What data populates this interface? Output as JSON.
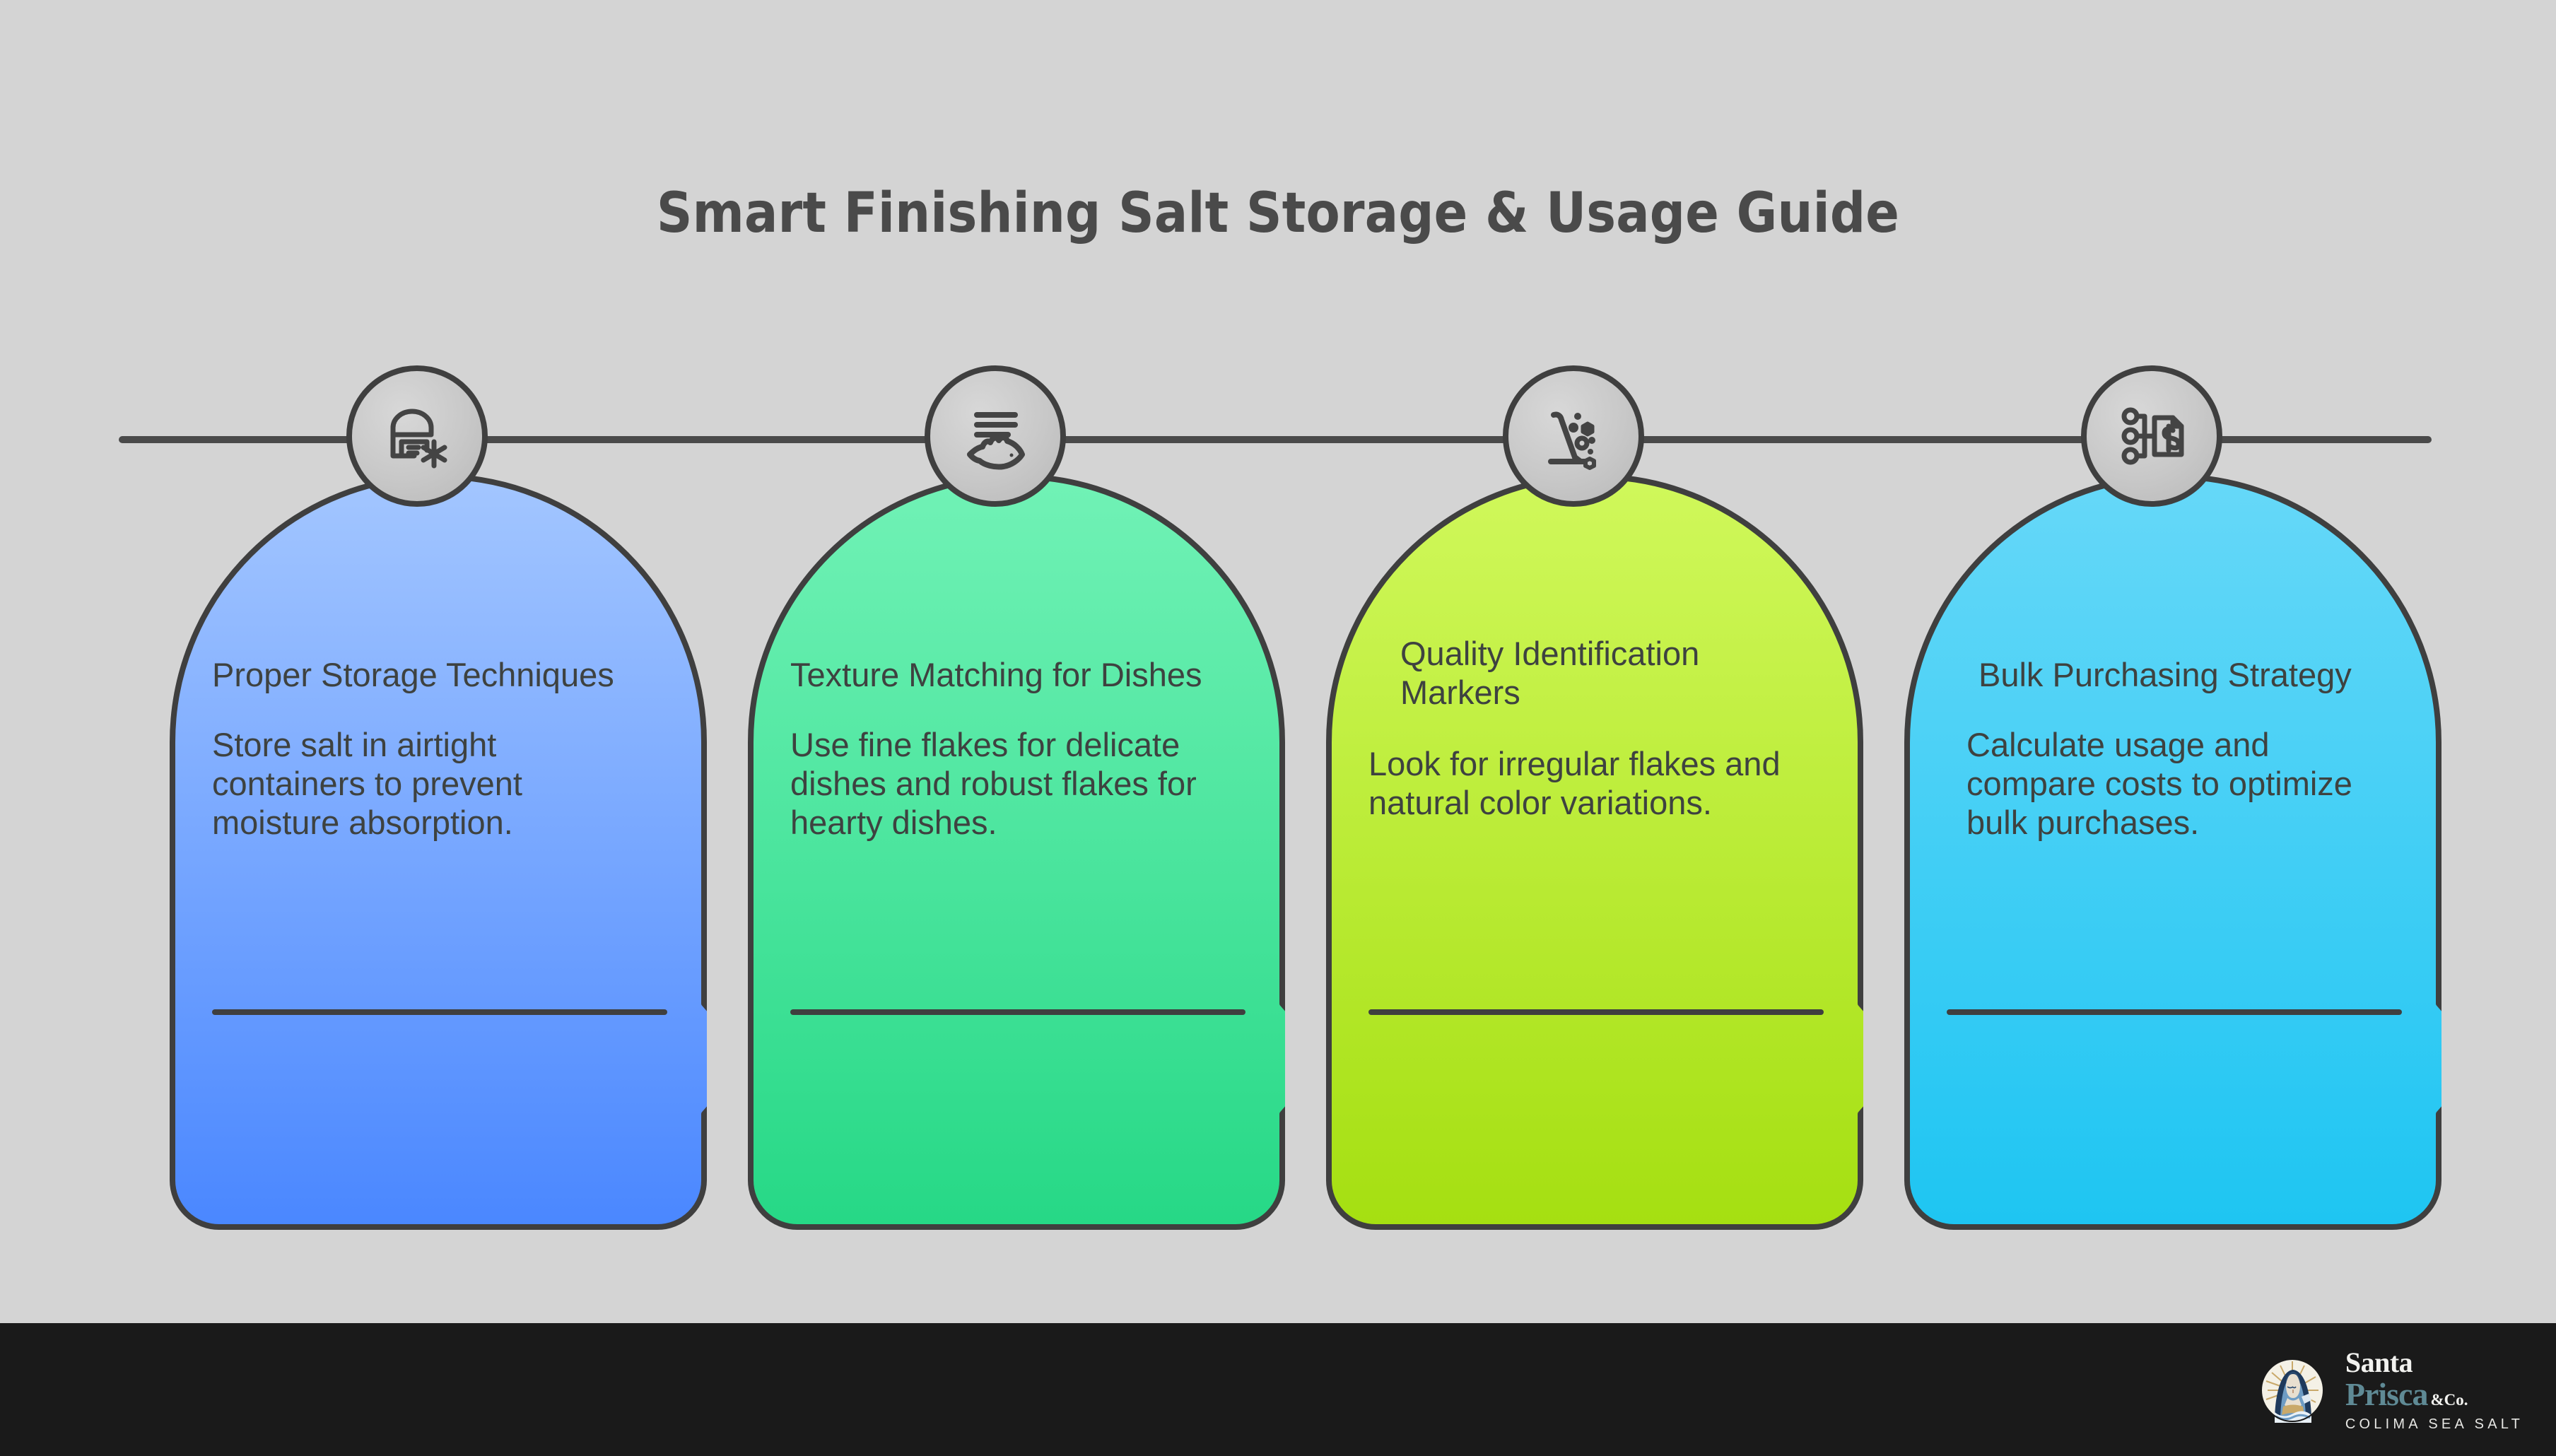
{
  "page": {
    "title": "Smart Finishing Salt Storage & Usage Guide",
    "background_color": "#d4d4d4",
    "title_color": "#4a4a4a",
    "timeline_color": "#4a4a4a",
    "footer_color": "#1a1a1a"
  },
  "steps": [
    {
      "index": "1",
      "icon": "warehouse-snowflake-icon",
      "heading": "Proper Storage Techniques",
      "body": "Store salt in airtight containers to prevent moisture absorption.",
      "color_top": "#a0c4ff",
      "color_bottom": "#4d8bff",
      "accent": "#4d8bff"
    },
    {
      "index": "2",
      "icon": "fish-texture-lines-icon",
      "heading": "Texture Matching for Dishes",
      "body": "Use fine flakes for delicate dishes and robust flakes for hearty dishes.",
      "color_top": "#6ff0b4",
      "color_bottom": "#2ddb8a",
      "accent": "#2ddb8a"
    },
    {
      "index": "3",
      "icon": "salt-pouring-flakes-icon",
      "heading": "Quality Identification Markers",
      "body": "Look for irregular flakes and natural color variations.",
      "color_top": "#cdf757",
      "color_bottom": "#a8e016",
      "accent": "#a8e016"
    },
    {
      "index": "4",
      "icon": "cost-hierarchy-dollar-icon",
      "heading": "Bulk Purchasing Strategy",
      "body": "Calculate usage and compare costs to optimize bulk purchases.",
      "color_top": "#63d6f7",
      "color_bottom": "#22c6f2",
      "accent": "#22c6f2"
    }
  ],
  "brand": {
    "line1": "Santa",
    "line2": "Prisca",
    "suffix": "&Co.",
    "tagline": "COLIMA SEA SALT",
    "logo": "santa-prisca-madonna-logo"
  }
}
